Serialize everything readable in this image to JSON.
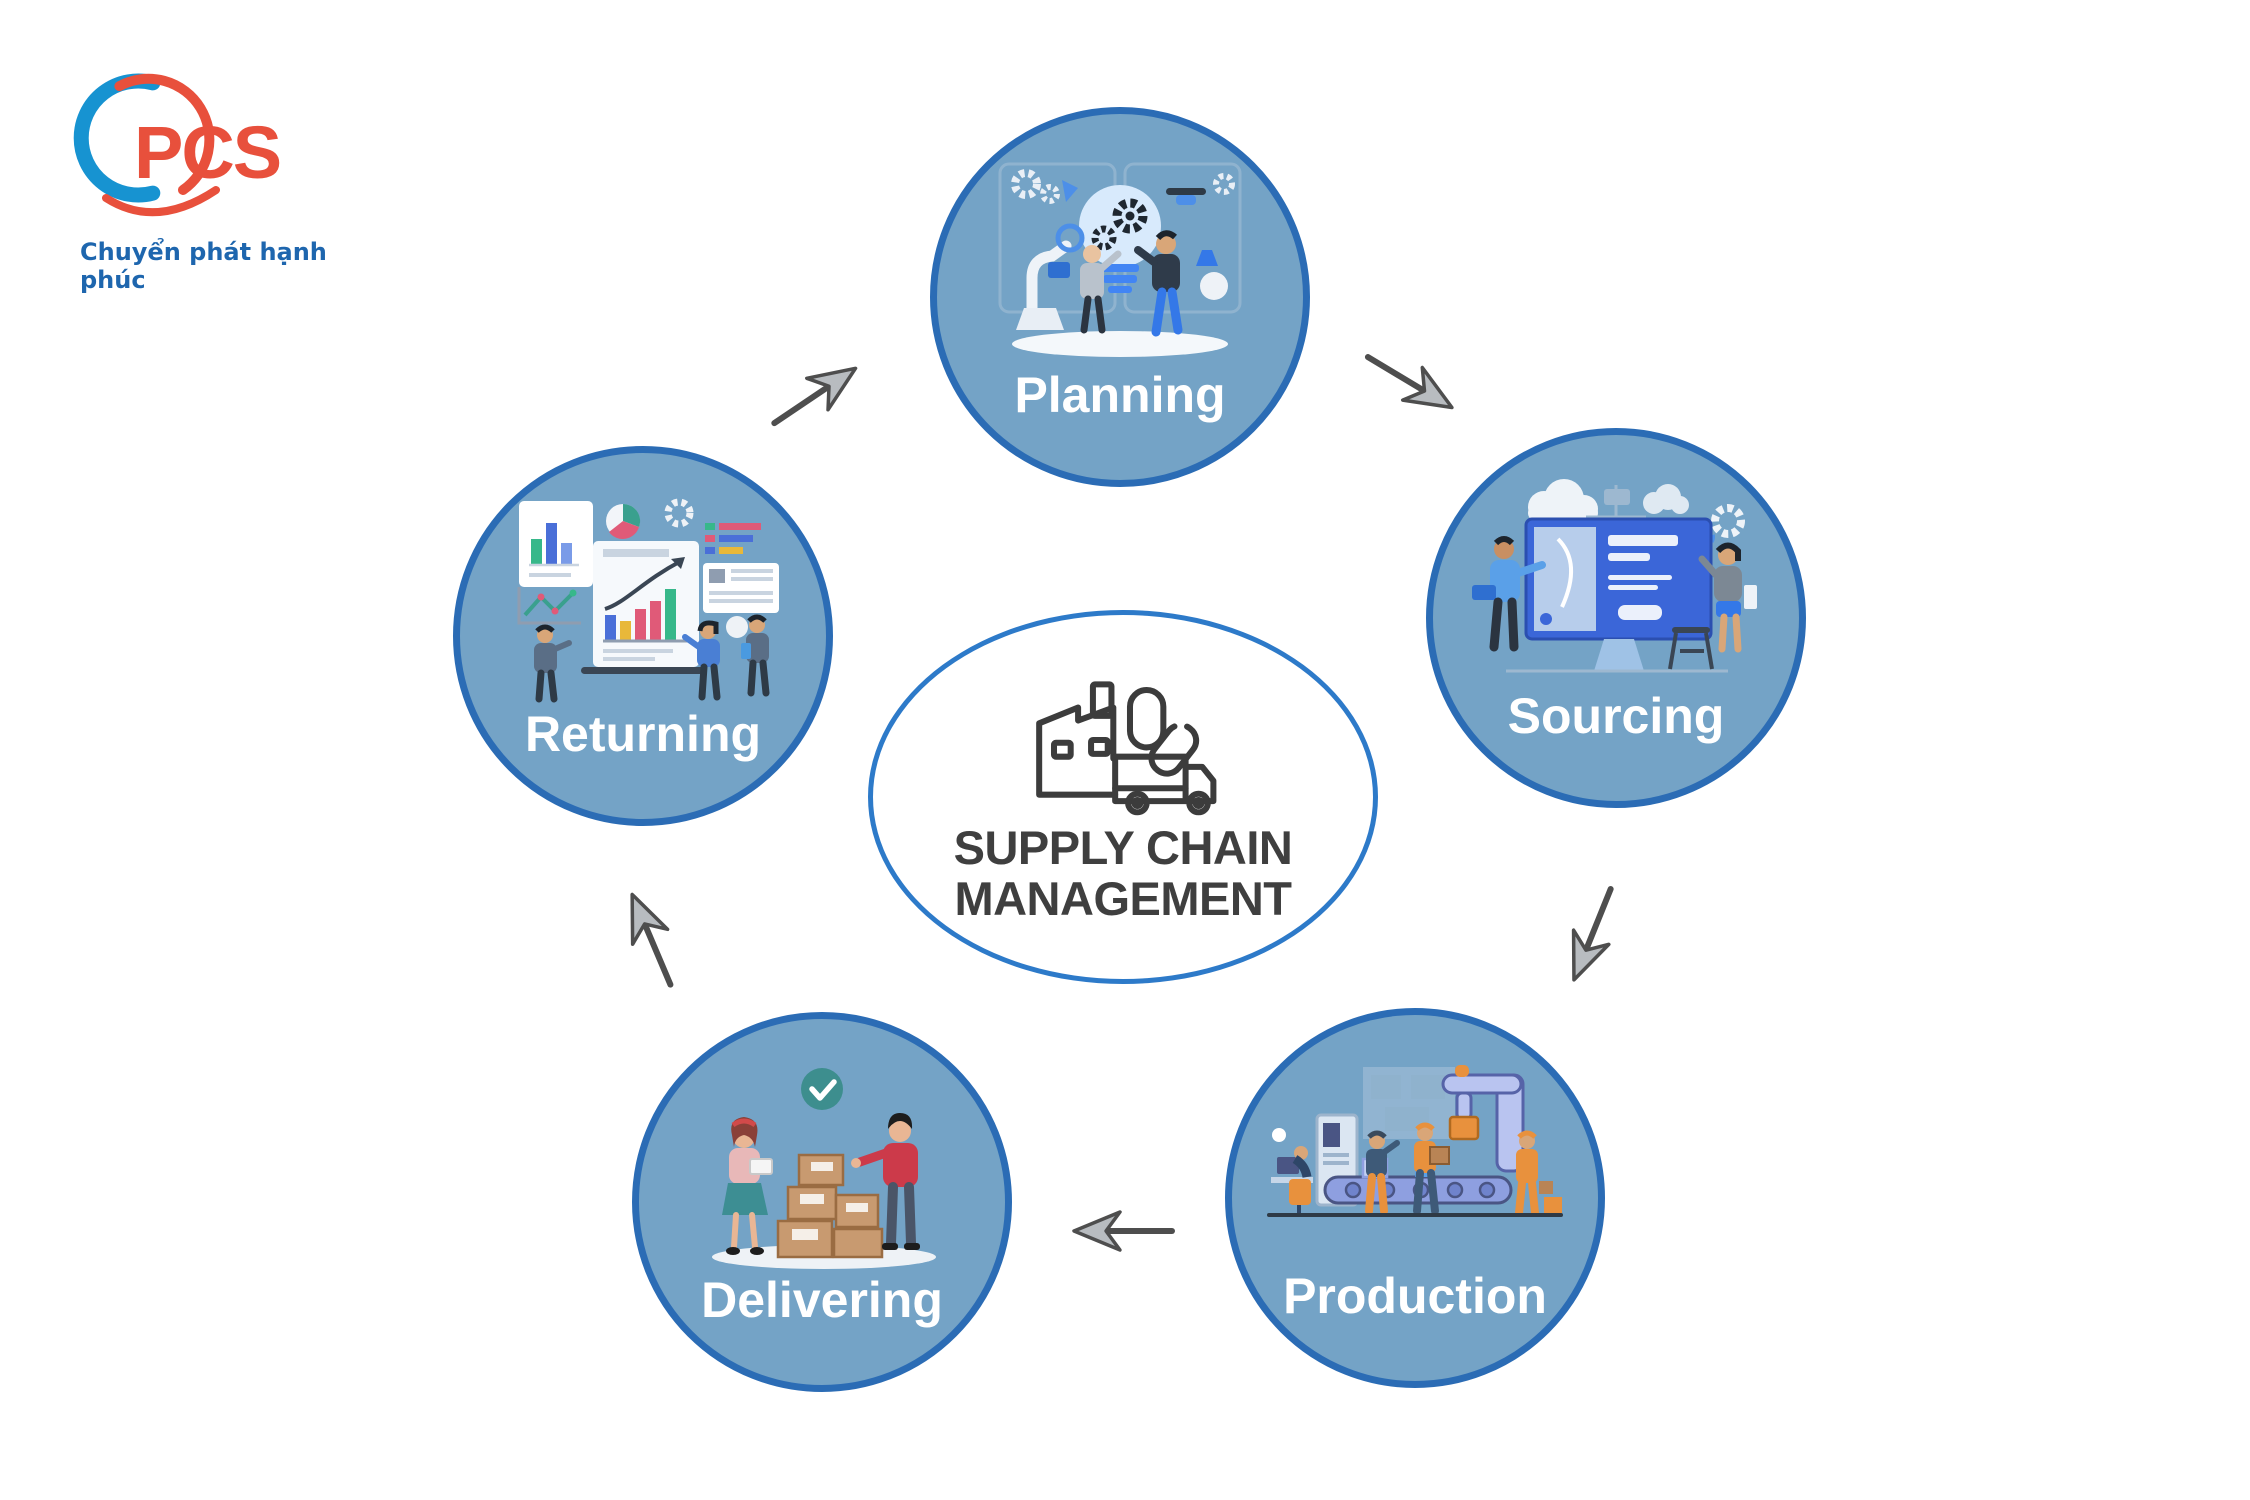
{
  "logo": {
    "text": "PCS",
    "tagline": "Chuyển phát hạnh phúc",
    "icon": "swoosh-circle-logo-icon",
    "colors": {
      "text": "#e8503c",
      "arc_blue": "#1793d1",
      "arc_red": "#e8503c",
      "tagline": "#1e66ae"
    }
  },
  "center": {
    "line1": "SUPPLY CHAIN",
    "line2": "MANAGEMENT",
    "icon": "factory-chain-truck-icon"
  },
  "nodes": [
    {
      "id": "planning",
      "label": "Planning",
      "illustration": "lightbulb-gears-team-illustration"
    },
    {
      "id": "sourcing",
      "label": "Sourcing",
      "illustration": "monitor-cloud-team-illustration"
    },
    {
      "id": "production",
      "label": "Production",
      "illustration": "conveyor-workers-illustration"
    },
    {
      "id": "delivering",
      "label": "Delivering",
      "illustration": "package-handover-check-illustration"
    },
    {
      "id": "returning",
      "label": "Returning",
      "illustration": "analytics-charts-team-illustration"
    }
  ],
  "arrows": [
    {
      "from": "Returning",
      "to": "Planning",
      "direction": "northeast"
    },
    {
      "from": "Planning",
      "to": "Sourcing",
      "direction": "southeast"
    },
    {
      "from": "Sourcing",
      "to": "Production",
      "direction": "south-southwest"
    },
    {
      "from": "Production",
      "to": "Delivering",
      "direction": "west"
    },
    {
      "from": "Delivering",
      "to": "Returning",
      "direction": "north-northwest"
    }
  ],
  "colors": {
    "background": "#ffffff",
    "node_fill": "#74a3c6",
    "node_border": "#2b6cb5",
    "ellipse_border": "#2d7ac9",
    "node_label_text": "#ffffff",
    "center_text": "#3f3f3f",
    "arrow_fill": "#b8bcc0",
    "arrow_stroke": "#4e4e4e"
  }
}
